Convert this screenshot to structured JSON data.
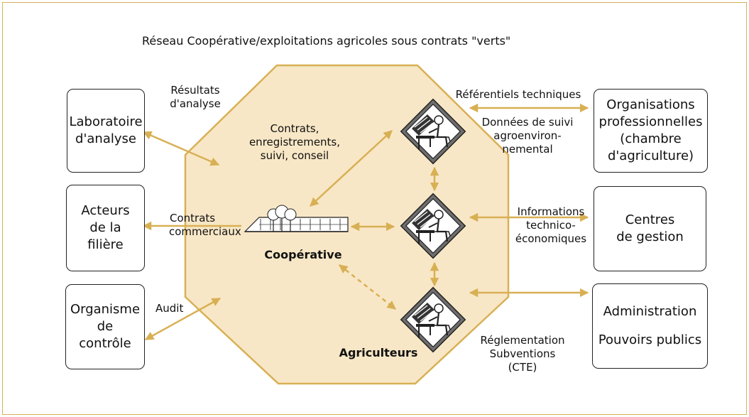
{
  "title": "Réseau Coopérative/exploitations agricoles sous contrats \"verts\"",
  "colors": {
    "frame": "#d4b25a",
    "octagon_fill": "#f8e7c6",
    "octagon_stroke": "#d8b054",
    "arrow": "#d8b054"
  },
  "boxes": {
    "laboratoire": [
      "Laboratoire",
      "d'analyse"
    ],
    "acteurs": [
      "Acteurs",
      "de la",
      "filière"
    ],
    "organisme": [
      "Organisme",
      "de",
      "contrôle"
    ],
    "orgpro": [
      "Organisations",
      "professionnelles",
      "(chambre",
      "d'agriculture)"
    ],
    "centres": [
      "Centres",
      "de gestion"
    ],
    "administration": [
      "Administration",
      "Pouvoirs publics"
    ]
  },
  "labels": {
    "resultats": [
      "Résultats",
      "d'analyse"
    ],
    "contrats_enreg": [
      "Contrats,",
      "enregistrements,",
      "suivi, conseil"
    ],
    "contrats_comm": [
      "Contrats",
      "commerciaux"
    ],
    "audit": "Audit",
    "referentiels": "Référentiels techniques",
    "donnees": [
      "Données de suivi",
      "agroenviron-",
      "nemental"
    ],
    "informations": [
      "Informations",
      "technico-",
      "économiques"
    ],
    "reglementation": [
      "Réglementation",
      "Subventions",
      "(CTE)"
    ],
    "cooperative": "Coopérative",
    "agriculteurs": "Agriculteurs"
  }
}
